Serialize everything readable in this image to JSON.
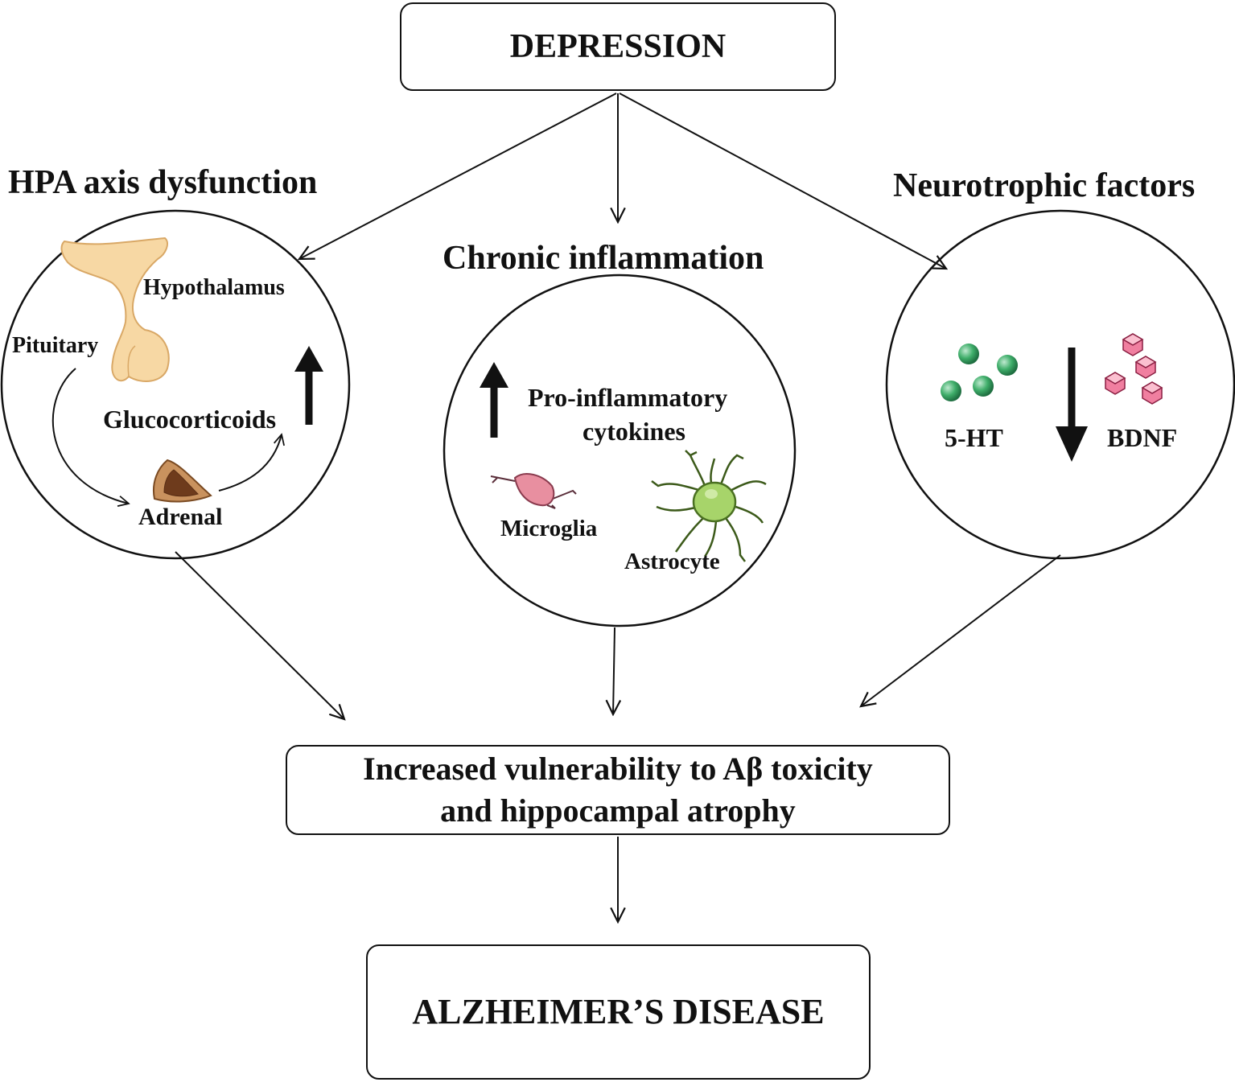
{
  "top_box": {
    "label": "DEPRESSION"
  },
  "branches": {
    "hpa": {
      "title": "HPA axis dysfunction",
      "hypothalamus": "Hypothalamus",
      "pituitary": "Pituitary",
      "glucocorticoids": "Glucocorticoids",
      "adrenal": "Adrenal",
      "trend": "increase"
    },
    "inflammation": {
      "title": "Chronic inflammation",
      "cytokines_line1": "Pro-inflammatory",
      "cytokines_line2": "cytokines",
      "microglia": "Microglia",
      "astrocyte": "Astrocyte",
      "trend": "increase"
    },
    "neurotrophic": {
      "title": "Neurotrophic factors",
      "serotonin": "5-HT",
      "bdnf": "BDNF",
      "trend": "decrease"
    }
  },
  "middle_box": {
    "line1": "Increased vulnerability to Aβ toxicity",
    "line2": "and hippocampal atrophy"
  },
  "bottom_box": {
    "label": "ALZHEIMER’S DISEASE"
  },
  "colors": {
    "hypothalamus_fill": "#f7d8a4",
    "adrenal_fill": "#c9925e",
    "microglia_fill": "#e88fa0",
    "astrocyte_fill": "#a7d46a",
    "serotonin_fill": "#3fae6a",
    "bdnf_fill": "#f07fa0"
  }
}
